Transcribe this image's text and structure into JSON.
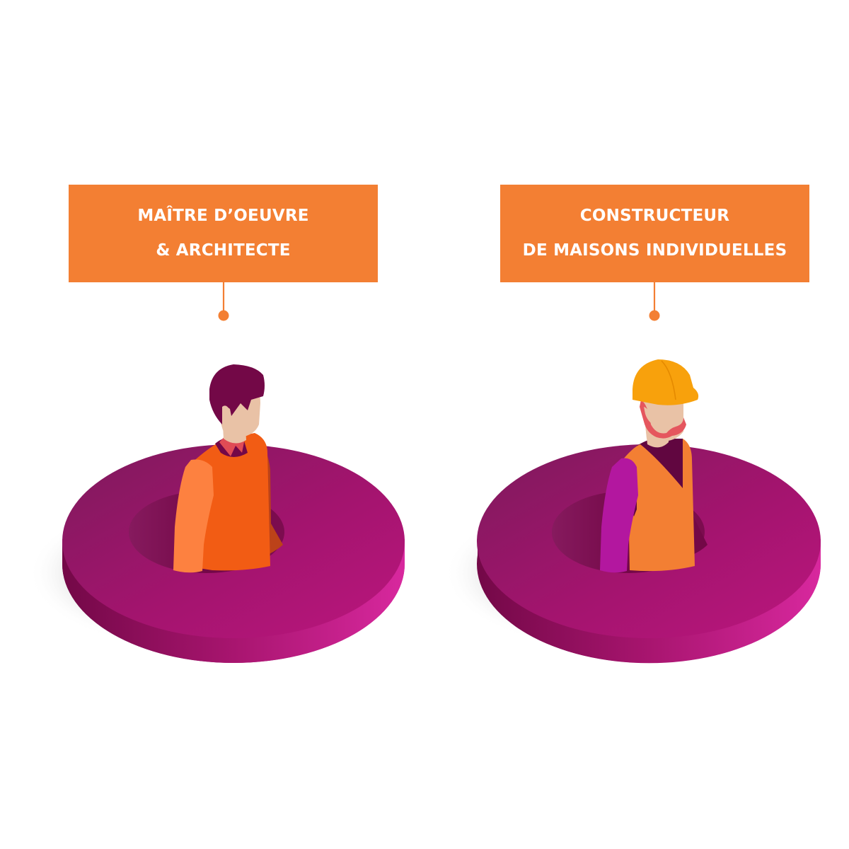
{
  "roles": [
    {
      "id": "maitre-oeuvre",
      "label_lines": [
        "MAÎTRE D’OEUVRE",
        "& ARCHITECTE"
      ],
      "figure": "man-in-sweater-vest",
      "icons": [
        "person-architect-icon",
        "platform-disc-icon"
      ]
    },
    {
      "id": "constructeur",
      "label_lines": [
        "CONSTRUCTEUR",
        "DE MAISONS INDIVIDUELLES"
      ],
      "figure": "worker-with-hard-hat-and-safety-vest",
      "icons": [
        "person-builder-icon",
        "hard-hat-icon",
        "platform-disc-icon"
      ]
    }
  ],
  "colors": {
    "label_background": "#f37f33",
    "label_text": "#ffffff",
    "connector": "#f37f33",
    "disc_top_dark": "#861a5e",
    "disc_top_light": "#b4157a",
    "disc_side_dark": "#7a0c4c",
    "disc_side_light": "#d0289b",
    "disc_hole": "#7a0d4e",
    "skin": "#e9c2a6",
    "hair": "#730847",
    "vest_orange": "#f25c14",
    "sleeve_orange": "#fd8140",
    "collar": "#e04b55",
    "hard_hat": "#f8a10c",
    "beard": "#e5565e",
    "safety_vest": "#f37f33",
    "worker_sleeve": "#b3179f",
    "worker_shirt": "#610640"
  }
}
